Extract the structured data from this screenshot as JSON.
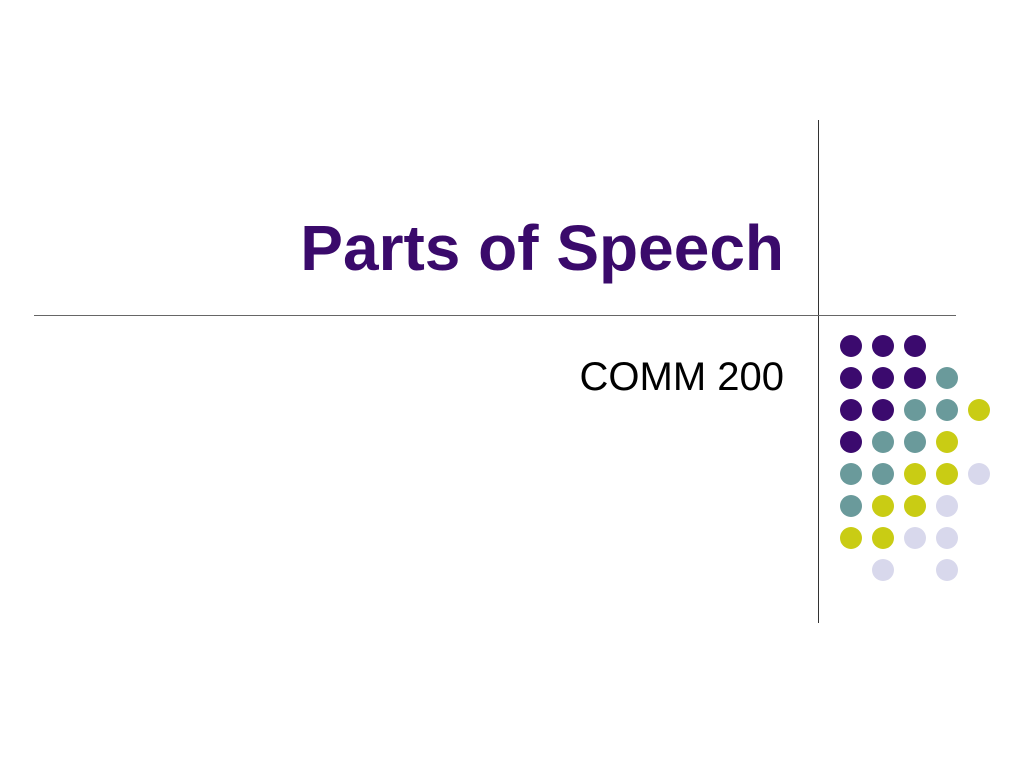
{
  "slide": {
    "title": "Parts of Speech",
    "subtitle": "COMM 200"
  },
  "colors": {
    "title_text": "#3a0a6b",
    "subtitle_text": "#000000",
    "dot_palette": {
      "P": "#3b0a6e",
      "T": "#6a9a9b",
      "Y": "#c9cc14",
      "L": "#d8d8ec"
    }
  },
  "decoration": {
    "dot_grid": [
      "PPP__",
      "PPPT_",
      "PPTTY",
      "PTTY_",
      "TTYYL",
      "TYYL_",
      "YYLL_",
      "_L_L_"
    ]
  }
}
